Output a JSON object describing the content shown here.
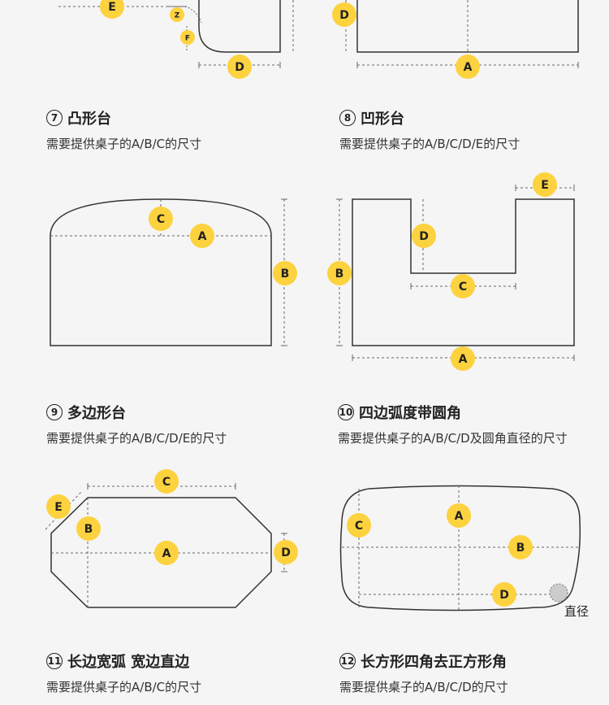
{
  "colors": {
    "marker": "#fdd23f",
    "line": "#333333",
    "dash": "#666666",
    "corner_circle": "#cccccc"
  },
  "sections": [
    {
      "num": "7",
      "title": "凸形台",
      "desc": "需要提供桌子的A/B/C的尺寸"
    },
    {
      "num": "8",
      "title": "凹形台",
      "desc": "需要提供桌子的A/B/C/D/E的尺寸"
    },
    {
      "num": "9",
      "title": "多边形台",
      "desc": "需要提供桌子的A/B/C/D/E的尺寸"
    },
    {
      "num": "10",
      "title": "四边弧度带圆角",
      "desc": "需要提供桌子的A/B/C/D及圆角直径的尺寸"
    },
    {
      "num": "11",
      "title": "长边宽弧 宽边直边",
      "desc": "需要提供桌子的A/B/C的尺寸"
    },
    {
      "num": "12",
      "title": "长方形四角去正方形角",
      "desc": "需要提供桌子的A/B/C/D的尺寸"
    }
  ],
  "labels": {
    "diameter": "直径"
  },
  "markers": {
    "d1": [
      "E",
      "Z",
      "F",
      "D"
    ],
    "d2": [
      "D",
      "A"
    ],
    "d3": [
      "C",
      "A",
      "B"
    ],
    "d4": [
      "E",
      "D",
      "B",
      "C",
      "A"
    ],
    "d5": [
      "C",
      "E",
      "B",
      "A",
      "D"
    ],
    "d6": [
      "A",
      "C",
      "B",
      "D"
    ]
  }
}
